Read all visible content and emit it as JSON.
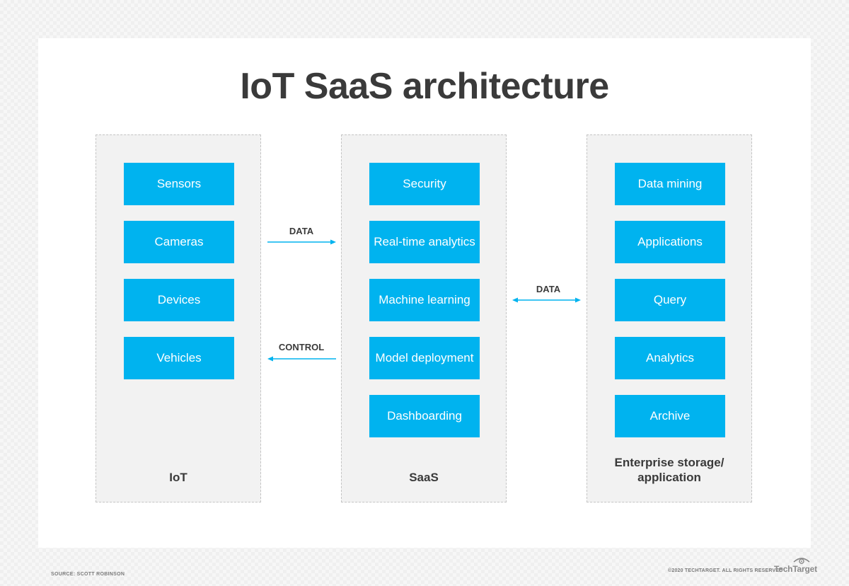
{
  "title": "IoT SaaS architecture",
  "colors": {
    "accent": "#00b3ef",
    "column_bg": "#f2f2f2",
    "text_dark": "#3a3a3a"
  },
  "columns": {
    "iot": {
      "label": "IoT",
      "items": [
        "Sensors",
        "Cameras",
        "Devices",
        "Vehicles"
      ]
    },
    "saas": {
      "label": "SaaS",
      "items": [
        "Security",
        "Real-time analytics",
        "Machine learning",
        "Model deployment",
        "Dashboarding"
      ]
    },
    "enterprise": {
      "label_line1": "Enterprise storage/",
      "label_line2": "application",
      "items": [
        "Data mining",
        "Applications",
        "Query",
        "Analytics",
        "Archive"
      ]
    }
  },
  "arrows": {
    "iot_to_saas": "DATA",
    "saas_to_iot": "CONTROL",
    "saas_enterprise": "DATA"
  },
  "footer": {
    "source": "SOURCE: SCOTT ROBINSON",
    "copyright": "©2020 TECHTARGET. ALL RIGHTS RESERVED",
    "brand": "TechTarget",
    "brand_icon": "eye-icon"
  }
}
